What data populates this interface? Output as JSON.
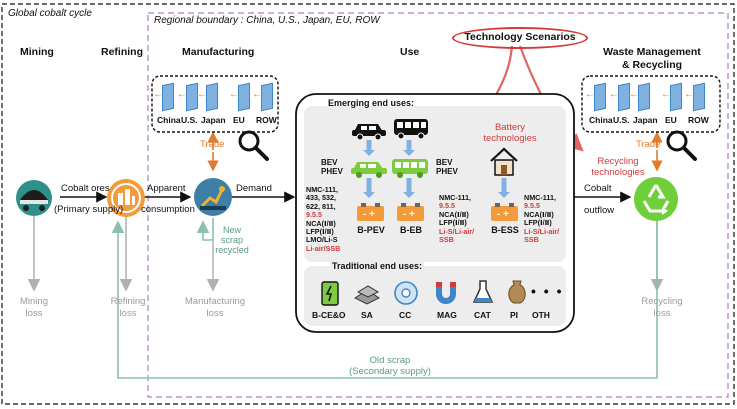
{
  "labels": {
    "global_cycle": "Global cobalt cycle",
    "regional_boundary": "Regional boundary : China, U.S., Japan, EU, ROW",
    "mining": "Mining",
    "refining": "Refining",
    "manufacturing": "Manufacturing",
    "use": "Use",
    "waste_mgmt": "Waste Management",
    "recycling": "& Recycling",
    "tech_scenarios": "Technology Scenarios",
    "cobalt_ores": "Cobalt ores",
    "primary_supply": "(Primary supply)",
    "apparent": "Apparent",
    "consumption": "consumption",
    "demand": "Demand",
    "trade_left": "Trade",
    "trade_right": "Trade",
    "new_scrap_1": "New",
    "new_scrap_2": "scrap",
    "new_scrap_3": "recycled",
    "cobalt_outflow_1": "Cobalt",
    "cobalt_outflow_2": "outflow",
    "emerging": "Emerging end uses:",
    "traditional": "Traditional end uses:",
    "battery_tech_1": "Battery",
    "battery_tech_2": "technologies",
    "recycling_tech_1": "Recycling",
    "recycling_tech_2": "technologies",
    "mining_loss_1": "Mining",
    "mining_loss_2": "loss",
    "refining_loss_1": "Refining",
    "refining_loss_2": "loss",
    "manufacturing_loss_1": "Manufacturing",
    "manufacturing_loss_2": "loss",
    "recycling_loss_1": "Recycling",
    "recycling_loss_2": "loss",
    "old_scrap": "Old scrap",
    "secondary_supply": "(Secondary supply)"
  },
  "regions": [
    "China",
    "U.S.",
    "Japan",
    "EU",
    "ROW"
  ],
  "vehicle_labels": {
    "bev_1": "BEV",
    "phev_1": "PHEV",
    "bev_2": "BEV",
    "phev_2": "PHEV"
  },
  "chemistry_pev": [
    "NMC-111,",
    "433, 532,",
    "622, 811,",
    "9.5.5",
    "NCA(Ⅰ/Ⅱ)",
    "LFP(Ⅰ/Ⅱ)",
    "LMO/Li-S",
    "Li-air/SSB"
  ],
  "chemistry_eb": [
    "NMC-111,",
    "9.5.5",
    "NCA(Ⅰ/Ⅱ)",
    "LFP(Ⅰ/Ⅱ)",
    "Li-S/Li-air/",
    "SSB"
  ],
  "chemistry_ess": [
    "NMC-111,",
    "9.5.5",
    "NCA(Ⅰ/Ⅱ)",
    "LFP(Ⅰ/Ⅱ)",
    "Li-S/Li-air/",
    "SSB"
  ],
  "end_uses": {
    "b_pev": "B-PEV",
    "b_eb": "B-EB",
    "b_ess": "B-ESS"
  },
  "traditional_uses": [
    "B-CE&O",
    "SA",
    "CC",
    "MAG",
    "CAT",
    "PI",
    "OTH"
  ],
  "colors": {
    "red": "#d23b3b",
    "teal": "#5a9a86",
    "orange": "#e17b2d",
    "blue": "#3f86c8",
    "green": "#7dcc3f",
    "purple_dash": "#b07cc6",
    "gray": "#9a9a9a"
  }
}
